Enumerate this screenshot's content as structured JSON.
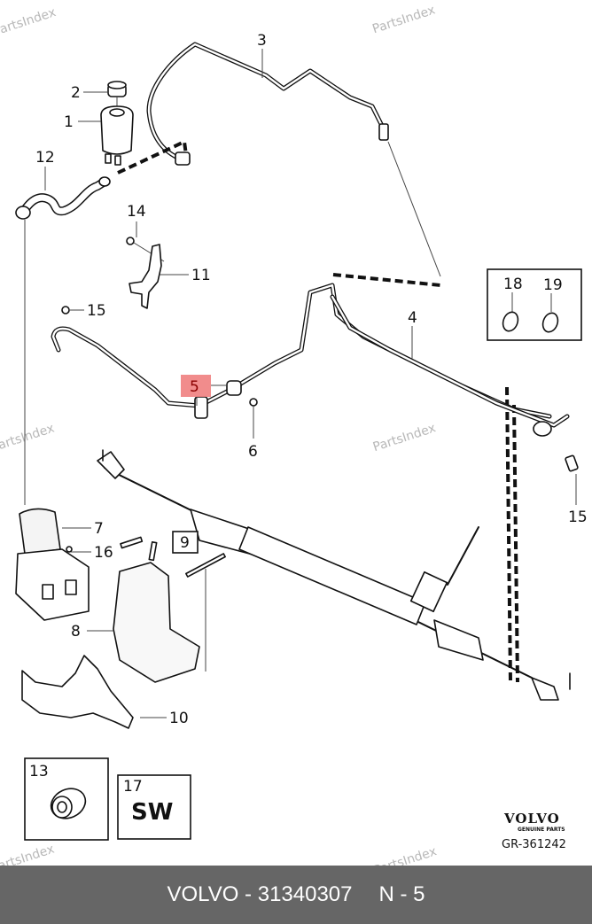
{
  "diagram": {
    "watermark": "PartsIndex",
    "callouts": {
      "c1": "1",
      "c2": "2",
      "c3": "3",
      "c4": "4",
      "c5": "5",
      "c6": "6",
      "c7": "7",
      "c8": "8",
      "c9": "9",
      "c10": "10",
      "c11": "11",
      "c12": "12",
      "c13": "13",
      "c14": "14",
      "c15a": "15",
      "c15b": "15",
      "c16": "16",
      "c17": "17",
      "c18": "18",
      "c19": "19"
    },
    "highlighted_callout": "5",
    "highlight_color": "#f08080",
    "sw_label": "SW",
    "brand": {
      "name": "VOLVO",
      "tagline": "GENUINE PARTS",
      "diagram_code": "GR-361242"
    }
  },
  "footer": {
    "part_line": "VOLVO - 31340307",
    "position_line": "N - 5",
    "background": "#666666"
  }
}
